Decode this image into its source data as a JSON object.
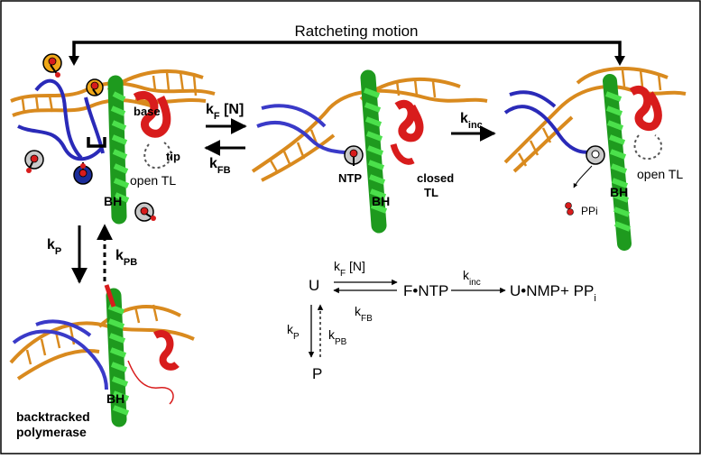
{
  "header": {
    "ratcheting_label": "Ratcheting motion"
  },
  "panel_tl": {
    "base_label": "base",
    "tip_label": "tip",
    "open_tl_label": "open TL",
    "bh_label": "BH"
  },
  "panel_mid": {
    "ntp_label": "NTP",
    "closed_label_1": "closed",
    "closed_label_2": "TL",
    "bh_label": "BH"
  },
  "panel_tr": {
    "open_tl_label": "open TL",
    "bh_label": "BH",
    "ppi_label": "PPi"
  },
  "panel_bl": {
    "bh_label": "BH",
    "caption_1": "backtracked",
    "caption_2": "polymerase"
  },
  "rates": {
    "kf": {
      "k": "k",
      "sub": "F",
      "suffix": " [N]"
    },
    "kfb": {
      "k": "k",
      "sub": "FB"
    },
    "kinc": {
      "k": "k",
      "sub": "inc"
    },
    "kp": {
      "k": "k",
      "sub": "P"
    },
    "kpb": {
      "k": "k",
      "sub": "PB"
    }
  },
  "scheme": {
    "U": "U",
    "F_NTP": "F•NTP",
    "product": "U•NMP+ PP",
    "product_sub": "i",
    "P": "P",
    "kf": {
      "k": "k",
      "sub": "F",
      "suffix": " [N]"
    },
    "kfb": {
      "k": "k",
      "sub": "FB"
    },
    "kinc": {
      "k": "k",
      "sub": "inc"
    },
    "kp": {
      "k": "k",
      "sub": "P"
    },
    "kpb": {
      "k": "k",
      "sub": "PB"
    }
  },
  "colors": {
    "dna_template": "#d98a1e",
    "rna": "#2a2ab8",
    "bridge_helix": "#2fc72f",
    "trigger_loop": "#d81c1c",
    "ntp_orange": "#f0a818",
    "ntp_gray": "#c9c9c9",
    "ntp_blue": "#1c2d9a",
    "text": "#000000"
  }
}
